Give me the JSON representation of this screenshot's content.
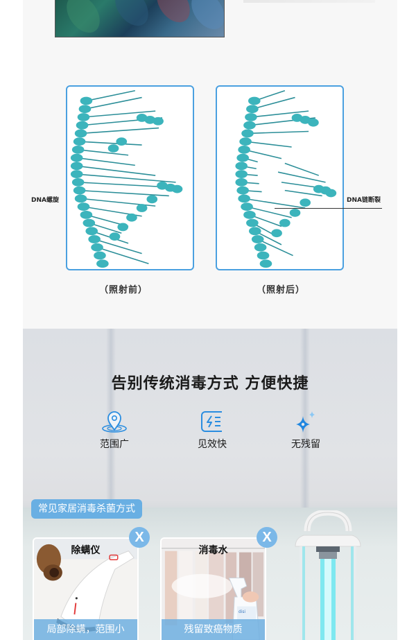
{
  "section_dna": {
    "label_left": "DNA螺旋",
    "label_right": "DNA链断裂",
    "caption_before": "（照射前）",
    "caption_after": "（照射后）",
    "card_border_color": "#4aa0e0",
    "helix_color": "#3cb4bc"
  },
  "section_methods": {
    "title": "告别传统消毒方式  方便快捷",
    "features": [
      {
        "icon": "location-pin-icon",
        "label": "范围广"
      },
      {
        "icon": "lightning-speed-icon",
        "label": "见效快"
      },
      {
        "icon": "sparkle-icon",
        "label": "无残留"
      }
    ],
    "icon_color": "#2a8de0",
    "tag_label": "常见家居消毒杀菌方式",
    "tag_color": "#69afe3",
    "cards": [
      {
        "title": "除螨仪",
        "caption": "局部除螨，范围小",
        "badge": "X"
      },
      {
        "title": "消毒水",
        "caption": "残留致癌物质",
        "badge": "X"
      }
    ]
  }
}
